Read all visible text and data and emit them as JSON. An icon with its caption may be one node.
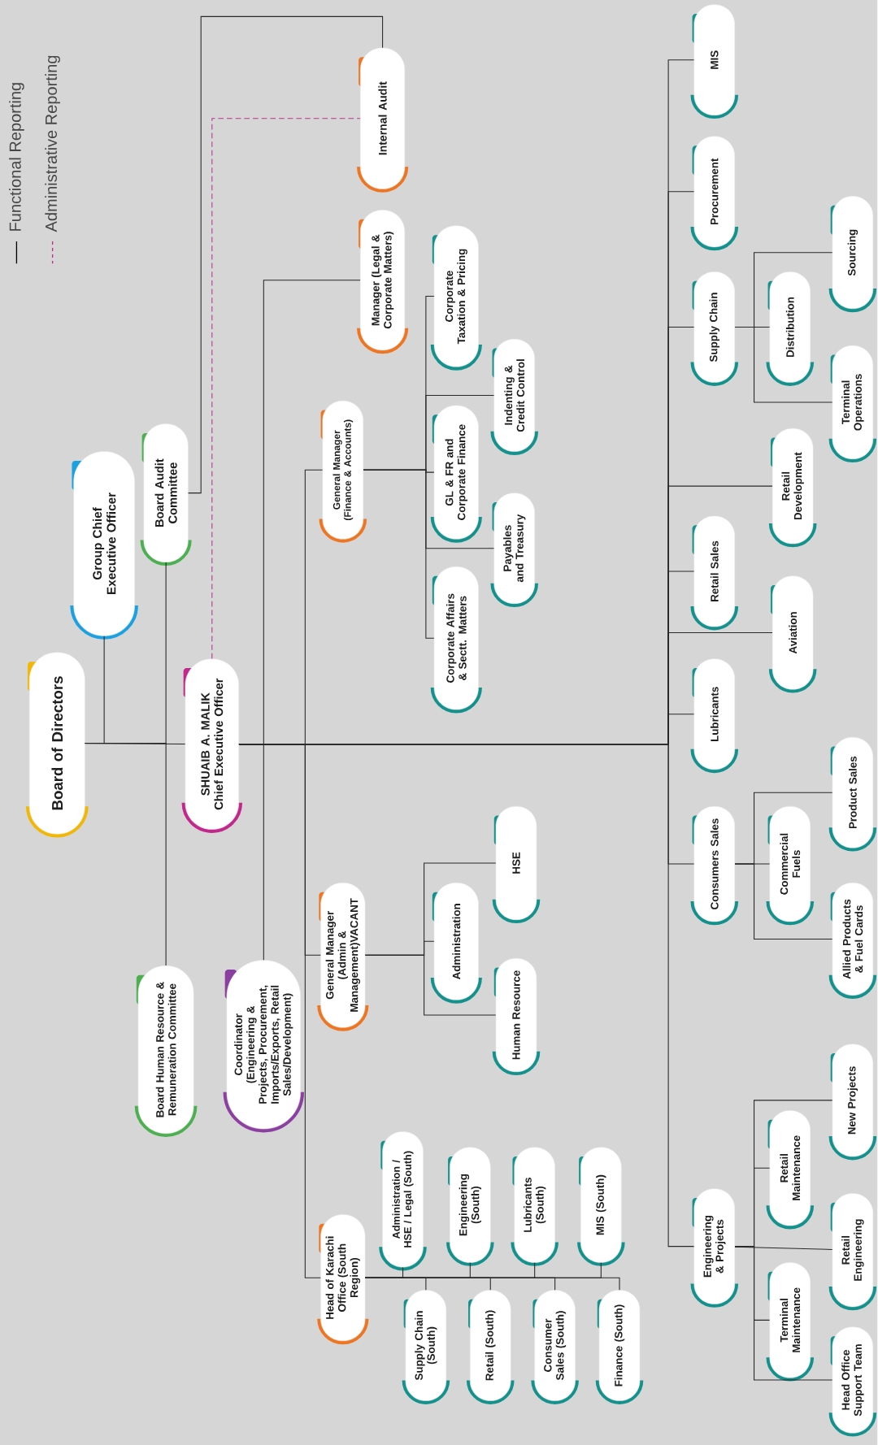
{
  "diagram": {
    "nodes": [
      {
        "text": [
          "Board of Directors"
        ]
      },
      {
        "text": [
          "Group Chief Executive Officer"
        ]
      },
      {
        "text": [
          "Board Audit Committee"
        ]
      },
      {
        "text": [
          "SHUAIB A. MALIK Chief Executive Officer"
        ]
      },
      {
        "text": [
          "Board Human Resource & Remuneration Committee"
        ]
      },
      {
        "text": [
          "Coordinator (Engineering & Projects, Procurement, Imports/Exports, Retail Sales/Development)"
        ]
      },
      {
        "text": [
          "Internal Audit"
        ]
      },
      {
        "text": [
          "Manager (Legal & Corporate Matters)"
        ]
      },
      {
        "text": [
          "General Manager (Finance & Accounts)"
        ]
      },
      {
        "text": [
          "General Manager (Admin & Management)VACANT"
        ]
      },
      {
        "text": [
          "Head of Karachi Office (South Region)"
        ]
      },
      {
        "text": [
          "Corporate Taxation & Pricing"
        ]
      },
      {
        "text": [
          "Indenting & Credit Control"
        ]
      },
      {
        "text": [
          "GL & FR and Corporate Finance"
        ]
      },
      {
        "text": [
          "Payables and Treasury"
        ]
      },
      {
        "text": [
          "Corporate Affairs & Sectt. Matters"
        ]
      },
      {
        "text": [
          "Administration"
        ]
      },
      {
        "text": [
          "HSE"
        ]
      },
      {
        "text": [
          "Human Resource"
        ]
      },
      {
        "text": [
          "Administration / HSE / Legal (South)"
        ]
      },
      {
        "text": [
          "Engineering (South)"
        ]
      },
      {
        "text": [
          "Lubricants (South)"
        ]
      },
      {
        "text": [
          "MIS (South)"
        ]
      },
      {
        "text": [
          "Supply Chain (South)"
        ]
      },
      {
        "text": [
          "Retail (South)"
        ]
      },
      {
        "text": [
          "Consumer Sales (South)"
        ]
      },
      {
        "text": [
          "Finance (South)"
        ]
      },
      {
        "text": [
          "MIS"
        ]
      },
      {
        "text": [
          "Procurement"
        ]
      },
      {
        "text": [
          "Supply Chain"
        ]
      },
      {
        "text": [
          "Distribution"
        ]
      },
      {
        "text": [
          "Sourcing"
        ]
      },
      {
        "text": [
          "Terminal Operations"
        ]
      },
      {
        "text": [
          "Retail Development"
        ]
      },
      {
        "text": [
          "Retail Sales"
        ]
      },
      {
        "text": [
          "Aviation"
        ]
      },
      {
        "text": [
          "Lubricants"
        ]
      },
      {
        "text": [
          "Consumers Sales"
        ]
      },
      {
        "text": [
          "Commercial Fuels"
        ]
      },
      {
        "text": [
          "Product Sales"
        ]
      },
      {
        "text": [
          "Allied Products & Fuel Cards"
        ]
      },
      {
        "text": [
          "Engineering & Projects"
        ]
      },
      {
        "text": [
          "Retail Maintenance"
        ]
      },
      {
        "text": [
          "New Projects"
        ]
      },
      {
        "text": [
          "Retail Engineering"
        ]
      },
      {
        "text": [
          "Terminal Maintenance"
        ]
      },
      {
        "text": [
          "Head Office Support Team"
        ]
      }
    ],
    "edges": [
      {
        "from": 0,
        "to": 1,
        "arrow": "none"
      },
      {
        "from": 0,
        "to": 2,
        "arrow": "none"
      },
      {
        "from": 0,
        "to": 4,
        "arrow": "none"
      },
      {
        "from": 0,
        "to": 3,
        "arrow": "none"
      },
      {
        "from": 2,
        "to": 6,
        "arrow": "none"
      },
      {
        "from": 3,
        "to": 6,
        "arrow": "none",
        "style": "dashed",
        "color": "#b8338c"
      },
      {
        "from": 3,
        "to": 7,
        "arrow": "none"
      },
      {
        "from": 3,
        "to": 5,
        "arrow": "none"
      },
      {
        "from": 3,
        "to": 8,
        "arrow": "none"
      },
      {
        "from": 3,
        "to": 9,
        "arrow": "none"
      },
      {
        "from": 3,
        "to": 10,
        "arrow": "none"
      },
      {
        "from": 3,
        "to": 27,
        "arrow": "none"
      },
      {
        "from": 3,
        "to": 28,
        "arrow": "none"
      },
      {
        "from": 3,
        "to": 29,
        "arrow": "none"
      },
      {
        "from": 3,
        "to": 33,
        "arrow": "none"
      },
      {
        "from": 3,
        "to": 34,
        "arrow": "none"
      },
      {
        "from": 3,
        "to": 35,
        "arrow": "none"
      },
      {
        "from": 3,
        "to": 36,
        "arrow": "none"
      },
      {
        "from": 3,
        "to": 37,
        "arrow": "none"
      },
      {
        "from": 3,
        "to": 41,
        "arrow": "none"
      },
      {
        "from": 8,
        "to": 11,
        "arrow": "none"
      },
      {
        "from": 8,
        "to": 12,
        "arrow": "none"
      },
      {
        "from": 8,
        "to": 13,
        "arrow": "none"
      },
      {
        "from": 8,
        "to": 14,
        "arrow": "none"
      },
      {
        "from": 8,
        "to": 15,
        "arrow": "none"
      },
      {
        "from": 9,
        "to": 16,
        "arrow": "none"
      },
      {
        "from": 9,
        "to": 17,
        "arrow": "none"
      },
      {
        "from": 9,
        "to": 18,
        "arrow": "none"
      },
      {
        "from": 10,
        "to": 19,
        "arrow": "none"
      },
      {
        "from": 10,
        "to": 20,
        "arrow": "none"
      },
      {
        "from": 10,
        "to": 21,
        "arrow": "none"
      },
      {
        "from": 10,
        "to": 22,
        "arrow": "none"
      },
      {
        "from": 10,
        "to": 23,
        "arrow": "none"
      },
      {
        "from": 10,
        "to": 24,
        "arrow": "none"
      },
      {
        "from": 10,
        "to": 25,
        "arrow": "none"
      },
      {
        "from": 10,
        "to": 26,
        "arrow": "none"
      },
      {
        "from": 29,
        "to": 30,
        "arrow": "none"
      },
      {
        "from": 29,
        "to": 31,
        "arrow": "none"
      },
      {
        "from": 29,
        "to": 32,
        "arrow": "none"
      },
      {
        "from": 37,
        "to": 38,
        "arrow": "none"
      },
      {
        "from": 37,
        "to": 39,
        "arrow": "none"
      },
      {
        "from": 37,
        "to": 40,
        "arrow": "none"
      },
      {
        "from": 41,
        "to": 42,
        "arrow": "none"
      },
      {
        "from": 41,
        "to": 43,
        "arrow": "none"
      },
      {
        "from": 41,
        "to": 44,
        "arrow": "none"
      },
      {
        "from": 41,
        "to": 45,
        "arrow": "none"
      },
      {
        "from": 41,
        "to": 46,
        "arrow": "none"
      }
    ],
    "legend": [
      {
        "text": "Functional Reporting"
      },
      {
        "text": "Administrative Reporting"
      }
    ]
  }
}
